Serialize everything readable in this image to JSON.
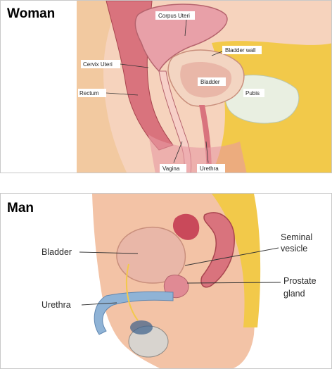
{
  "woman": {
    "title": "Woman",
    "labels": {
      "corpus_uteri": "Corpus Uteri",
      "cervix_uteri": "Cervix Uteri",
      "bladder_wall": "Bladder wall",
      "bladder": "Bladder",
      "rectum": "Rectum",
      "pubis": "Pubis",
      "vagina": "Vagina",
      "urethra": "Urethra"
    }
  },
  "man": {
    "title": "Man",
    "labels": {
      "bladder": "Bladder",
      "seminal_line1": "Seminal",
      "seminal_line2": "vesicle",
      "prostate_line1": "Prostate",
      "prostate_line2": "gland",
      "urethra": "Urethra"
    }
  },
  "colors": {
    "panel_border": "#c9c9c9",
    "skin": "#f3c3a6",
    "rectum": "#d9737d",
    "uterus": "#e8a0a8",
    "bladder": "#e9b7a8",
    "fat": "#f2c94a",
    "bone": "#e9efe1",
    "urethra_blue": "#8fb3d6"
  }
}
